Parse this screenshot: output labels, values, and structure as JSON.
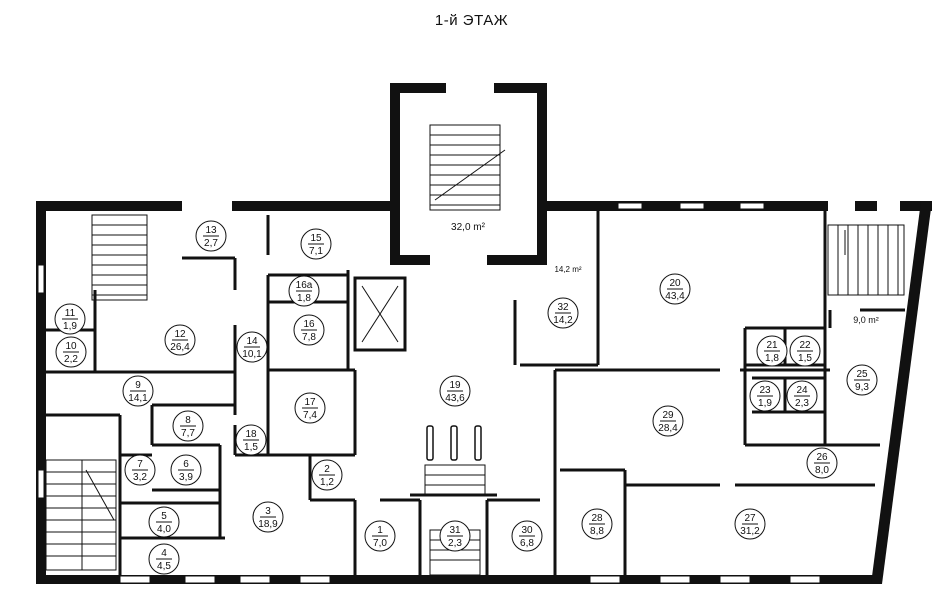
{
  "title": "1-й ЭТАЖ",
  "area_labels": {
    "stair_main": "32,0 m²",
    "room_32_top": "14,2 m²",
    "room_25_top": "9,0 m²"
  },
  "rooms": [
    {
      "num": "1",
      "area": "7,0"
    },
    {
      "num": "2",
      "area": "1,2"
    },
    {
      "num": "3",
      "area": "18,9"
    },
    {
      "num": "4",
      "area": "4,5"
    },
    {
      "num": "5",
      "area": "4,0"
    },
    {
      "num": "6",
      "area": "3,9"
    },
    {
      "num": "7",
      "area": "3,2"
    },
    {
      "num": "8",
      "area": "7,7"
    },
    {
      "num": "9",
      "area": "14,1"
    },
    {
      "num": "10",
      "area": "2,2"
    },
    {
      "num": "11",
      "area": "1,9"
    },
    {
      "num": "12",
      "area": "26,4"
    },
    {
      "num": "13",
      "area": "2,7"
    },
    {
      "num": "14",
      "area": "10,1"
    },
    {
      "num": "15",
      "area": "7,1"
    },
    {
      "num": "16a",
      "area": "1,8"
    },
    {
      "num": "16",
      "area": "7,8"
    },
    {
      "num": "17",
      "area": "7,4"
    },
    {
      "num": "18",
      "area": "1,5"
    },
    {
      "num": "19",
      "area": "43,6"
    },
    {
      "num": "20",
      "area": "43,4"
    },
    {
      "num": "21",
      "area": "1,8"
    },
    {
      "num": "22",
      "area": "1,5"
    },
    {
      "num": "23",
      "area": "1,9"
    },
    {
      "num": "24",
      "area": "2,3"
    },
    {
      "num": "25",
      "area": "9,3"
    },
    {
      "num": "26",
      "area": "8,0"
    },
    {
      "num": "27",
      "area": "31,2"
    },
    {
      "num": "28",
      "area": "8,8"
    },
    {
      "num": "29",
      "area": "28,4"
    },
    {
      "num": "30",
      "area": "6,8"
    },
    {
      "num": "31",
      "area": "2,3"
    },
    {
      "num": "32",
      "area": "14,2"
    }
  ]
}
